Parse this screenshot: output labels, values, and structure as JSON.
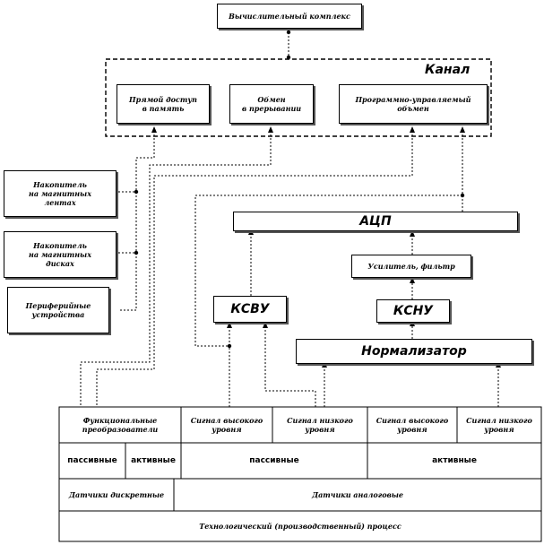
{
  "computing_complex": "Вычислительный комплекс",
  "channel": {
    "title": "Канал",
    "dma": "Прямой доступ\nв память",
    "interrupt": "Обмен\nв прерывании",
    "program": "Программно-управляемый\nобъмен"
  },
  "peripherals": {
    "tape": "Накопитель\nна магнитных\nлентах",
    "disk": "Накопитель\nна магнитных\nдисках",
    "peripheral": "Периферийные\nустройства"
  },
  "adc": "АЦП",
  "amplifier": "Усилитель, фильтр",
  "ksvu": "КСВУ",
  "ksnu": "КСНУ",
  "normalizer": "Нормализатор",
  "table": {
    "functional": "Функциональные\nпреобразователи",
    "high1": "Сигнал высокого\nуровня",
    "low1": "Сигнал низкого\nуровня",
    "high2": "Сигнал высокого\nуровня",
    "low2": "Сигнал низкого\nуровня",
    "passive_small": "пассивные",
    "active_small": "активные",
    "passive_big": "пассивные",
    "active_big": "активные",
    "discrete": "Датчики дискретные",
    "analog": "Датчики аналоговые",
    "process": "Технологический (производственный) процесс"
  }
}
